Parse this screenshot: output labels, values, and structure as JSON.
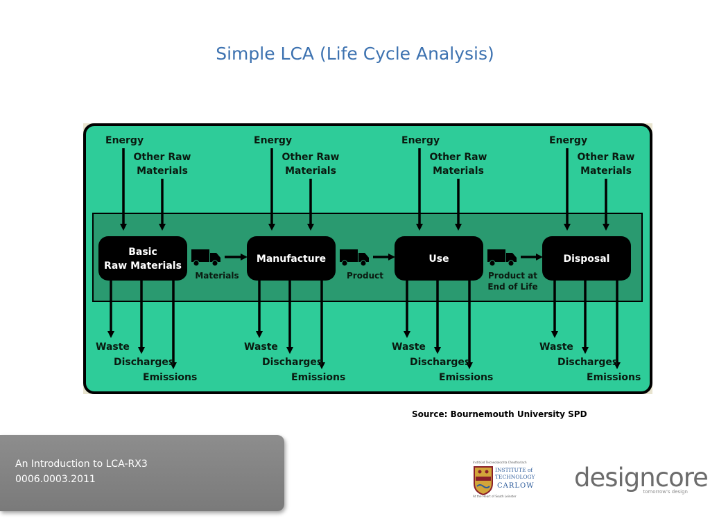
{
  "title": "Simple LCA (Life Cycle Analysis)",
  "diagram": {
    "stages": [
      {
        "label_lines": [
          "Basic",
          "Raw Materials"
        ]
      },
      {
        "label_lines": [
          "Manufacture"
        ]
      },
      {
        "label_lines": [
          "Use"
        ]
      },
      {
        "label_lines": [
          "Disposal"
        ]
      }
    ],
    "inputs": {
      "energy": "Energy",
      "other_raw": [
        "Other Raw",
        "Materials"
      ]
    },
    "outputs": {
      "waste": "Waste",
      "discharges": "Discharges",
      "emissions": "Emissions"
    },
    "transfers": [
      {
        "label_lines": [
          "Materials"
        ]
      },
      {
        "label_lines": [
          "Product"
        ]
      },
      {
        "label_lines": [
          "Product at",
          "End of Life"
        ]
      }
    ],
    "colors": {
      "background": "#2ecc99",
      "band": "#2a9a70",
      "box": "#000000",
      "text_dark": "#0a1a10",
      "text_light": "#ffffff"
    }
  },
  "source": "Source: Bournemouth University SPD",
  "footer": {
    "line1": "An Introduction to LCA-RX3",
    "line2": "0006.0003.2011"
  },
  "logos": {
    "itc": {
      "top_text": "Institiúid Teicneolaíochta Cheatharlach",
      "line1": "INSTITUTE of",
      "line2": "TECHNOLOGY",
      "line3": "CARLOW",
      "bottom_text": "At the Heart of South Leinster"
    },
    "designcore": {
      "word": "designcore",
      "tagline": "tomorrow's design"
    }
  }
}
